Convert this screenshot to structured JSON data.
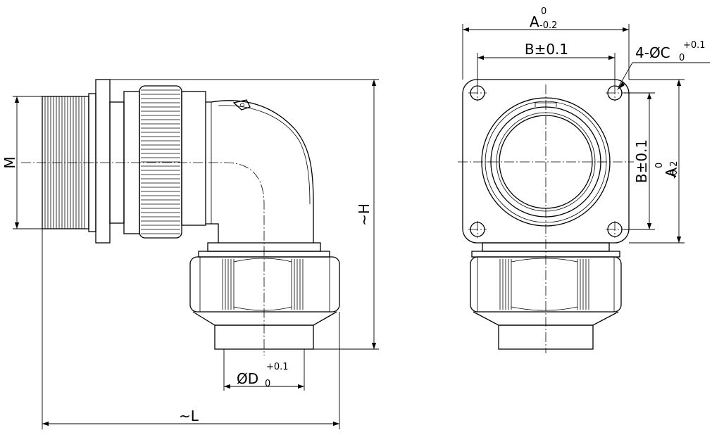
{
  "side_view": {
    "label_M": "M",
    "label_H": "~H",
    "label_L": "~L",
    "label_D": "ØD",
    "label_D_sub": "0",
    "label_D_sup": "+0.1"
  },
  "front_view": {
    "label_A_top": "A",
    "label_A_top_sup": "0",
    "label_A_top_sub": "-0.2",
    "label_B_top": "B±0.1",
    "label_C": "4-ØC",
    "label_C_sub": "0",
    "label_C_sup": "+0.1",
    "label_B_side": "B±0.1",
    "label_A_side": "A",
    "label_A_side_sup": "0",
    "label_A_side_sub": "-0.2"
  }
}
